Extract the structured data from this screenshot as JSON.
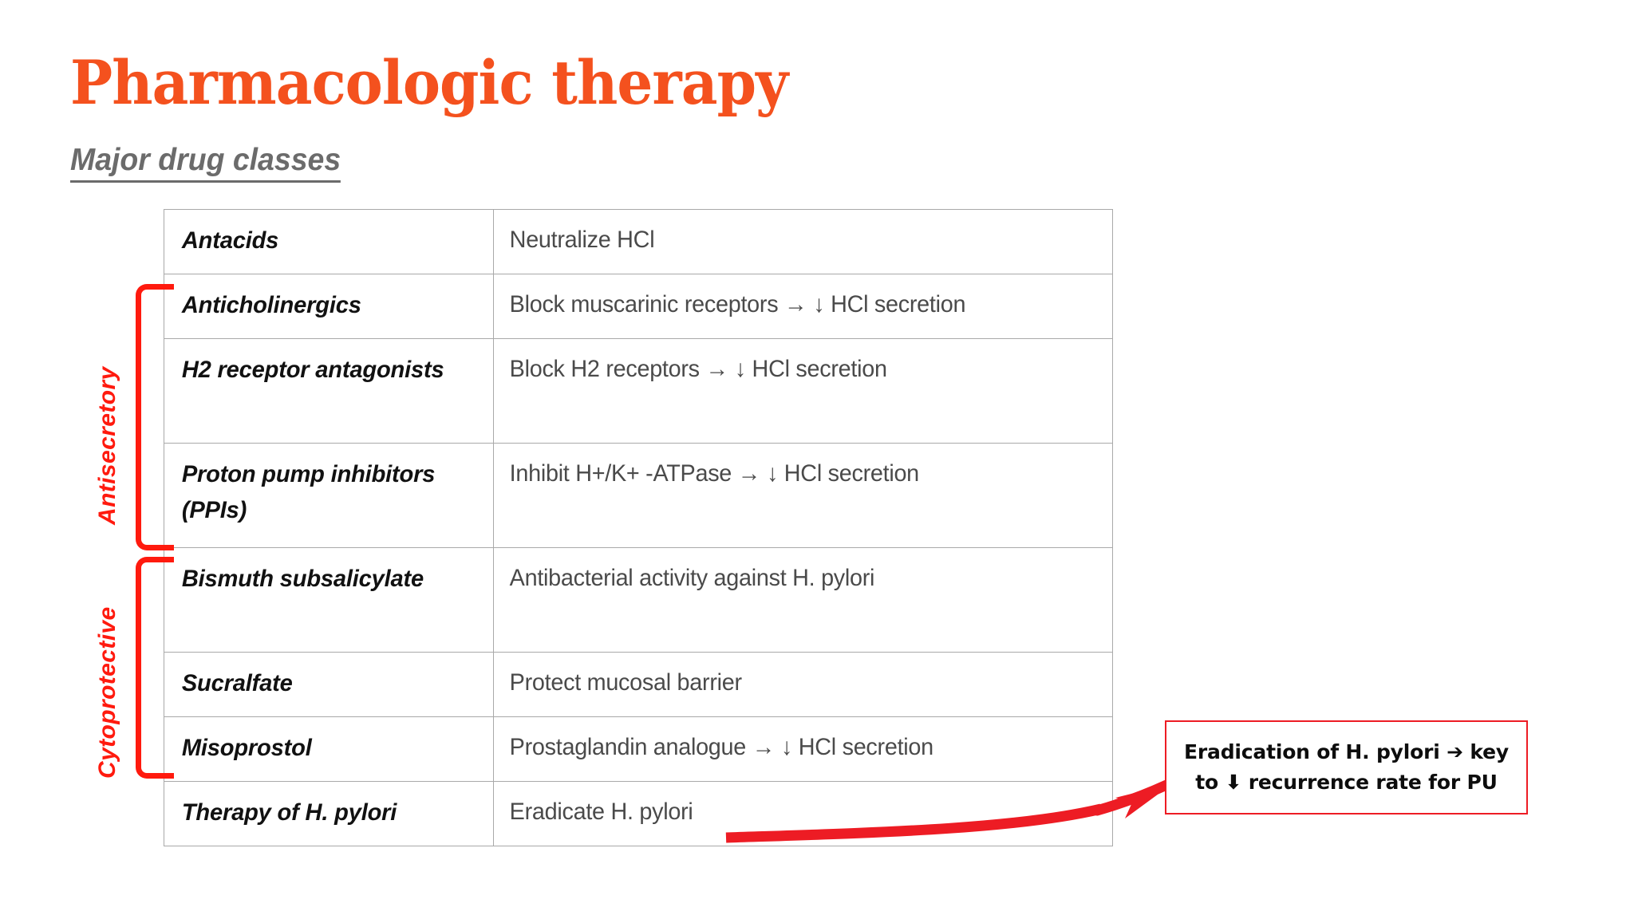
{
  "slide": {
    "title": "Pharmacologic therapy",
    "subtitle": "Major drug classes",
    "accent_color": "#F4511E",
    "subtitle_color": "#6b6b6b",
    "annotation_color": "#FF1A0E",
    "table_border_color": "#a9a9a9",
    "background_color": "#ffffff"
  },
  "table": {
    "rows": [
      {
        "drug": "Antacids",
        "action": "Neutralize HCl"
      },
      {
        "drug": "Anticholinergics",
        "action": "Block muscarinic receptors → ↓ HCl secretion"
      },
      {
        "drug": "H2 receptor antagonists",
        "action": "Block H2 receptors → ↓ HCl secretion"
      },
      {
        "drug": "Proton pump inhibitors (PPIs)",
        "action": "Inhibit H+/K+ -ATPase → ↓ HCl secretion"
      },
      {
        "drug": "Bismuth subsalicylate",
        "action": "Antibacterial activity against H. pylori"
      },
      {
        "drug": "Sucralfate",
        "action": "Protect mucosal barrier"
      },
      {
        "drug": "Misoprostol",
        "action": "Prostaglandin analogue → ↓ HCl secretion"
      },
      {
        "drug": "Therapy of H. pylori",
        "action": "Eradicate H. pylori"
      }
    ]
  },
  "groups": [
    {
      "label": "Antisecretory",
      "covers": [
        "Anticholinergics",
        "H2 receptor antagonists",
        "Proton pump inhibitors (PPIs)"
      ]
    },
    {
      "label": "Cytoprotective",
      "covers": [
        "Bismuth subsalicylate",
        "Sucralfate",
        "Misoprostol"
      ]
    }
  ],
  "callout": {
    "line1": "Eradication of H. pylori ➔ key",
    "line2": "to ⬇ recurrence rate for PU",
    "border_color": "#ED1C24",
    "points_to": "Eradicate H. pylori"
  }
}
